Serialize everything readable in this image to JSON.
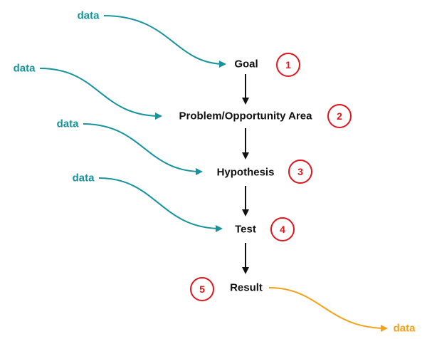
{
  "colors": {
    "input_accent": "#17939d",
    "output_accent": "#f4a21b",
    "badge": "#e0151d",
    "flow_arrow": "#111111"
  },
  "steps": [
    {
      "label": "Goal",
      "number": "1"
    },
    {
      "label": "Problem/Opportunity Area",
      "number": "2"
    },
    {
      "label": "Hypothesis",
      "number": "3"
    },
    {
      "label": "Test",
      "number": "4"
    },
    {
      "label": "Result",
      "number": "5"
    }
  ],
  "inputs": [
    {
      "label": "data",
      "target_step": 0
    },
    {
      "label": "data",
      "target_step": 1
    },
    {
      "label": "data",
      "target_step": 2
    },
    {
      "label": "data",
      "target_step": 3
    }
  ],
  "output": {
    "label": "data",
    "source_step": 4
  }
}
